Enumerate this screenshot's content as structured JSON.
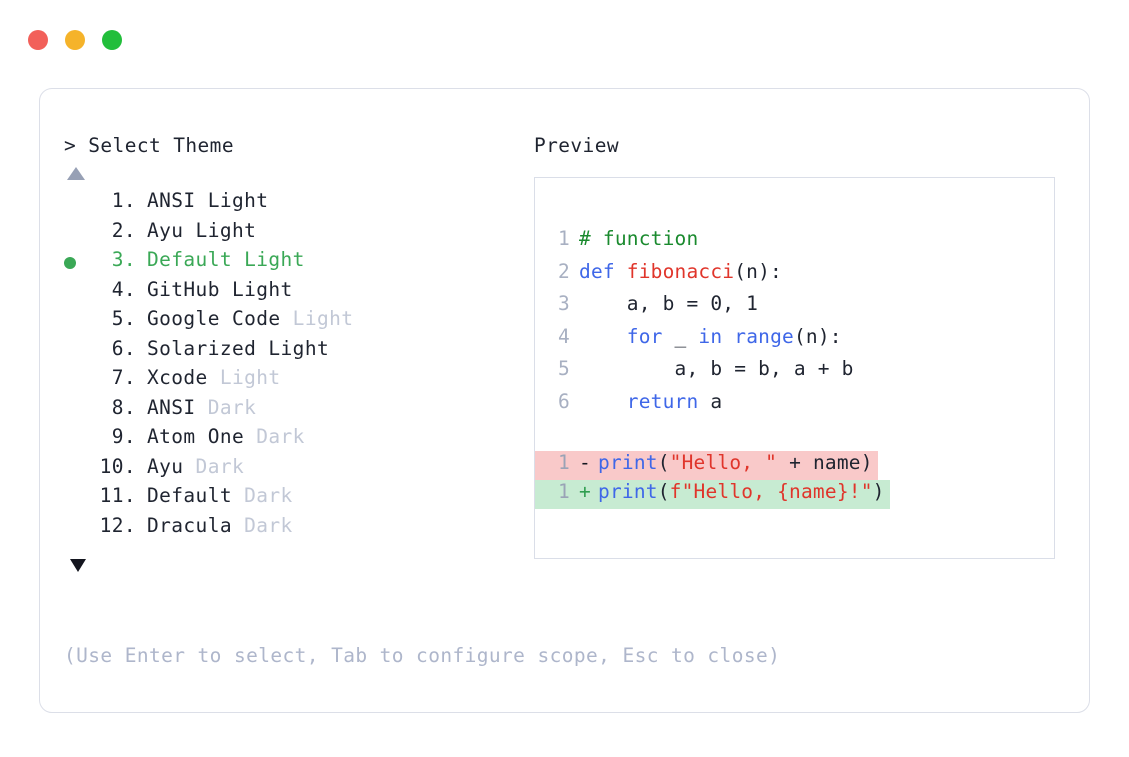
{
  "window": {
    "traffic_lights": [
      {
        "name": "close-button",
        "color": "#F2605A"
      },
      {
        "name": "minimize-button",
        "color": "#F5B32A"
      },
      {
        "name": "maximize-button",
        "color": "#22BE3B"
      }
    ]
  },
  "picker": {
    "prompt": "> Select Theme",
    "scroll_up_icon": "triangle-up",
    "scroll_down_icon": "triangle-down",
    "selected_index": 3,
    "selected_color": "#3aa856",
    "dim_color": "#c2c8d6",
    "items": [
      {
        "index": "1.",
        "name": "ANSI",
        "variant": "Light",
        "variant_dim": false,
        "selected": false
      },
      {
        "index": "2.",
        "name": "Ayu",
        "variant": "Light",
        "variant_dim": false,
        "selected": false
      },
      {
        "index": "3.",
        "name": "Default",
        "variant": "Light",
        "variant_dim": false,
        "selected": true
      },
      {
        "index": "4.",
        "name": "GitHub",
        "variant": "Light",
        "variant_dim": false,
        "selected": false
      },
      {
        "index": "5.",
        "name": "Google Code",
        "variant": "Light",
        "variant_dim": true,
        "selected": false
      },
      {
        "index": "6.",
        "name": "Solarized",
        "variant": "Light",
        "variant_dim": false,
        "selected": false
      },
      {
        "index": "7.",
        "name": "Xcode",
        "variant": "Light",
        "variant_dim": true,
        "selected": false
      },
      {
        "index": "8.",
        "name": "ANSI",
        "variant": "Dark",
        "variant_dim": true,
        "selected": false
      },
      {
        "index": "9.",
        "name": "Atom One",
        "variant": "Dark",
        "variant_dim": true,
        "selected": false
      },
      {
        "index": "10.",
        "name": "Ayu",
        "variant": "Dark",
        "variant_dim": true,
        "selected": false
      },
      {
        "index": "11.",
        "name": "Default",
        "variant": "Dark",
        "variant_dim": true,
        "selected": false
      },
      {
        "index": "12.",
        "name": "Dracula",
        "variant": "Dark",
        "variant_dim": true,
        "selected": false
      }
    ],
    "hint": "(Use Enter to select, Tab to configure scope, Esc to close)"
  },
  "preview": {
    "title": "Preview",
    "code_lines": [
      {
        "no": "1",
        "tokens": [
          {
            "t": "# function",
            "c": "comment"
          }
        ]
      },
      {
        "no": "2",
        "tokens": [
          {
            "t": "def ",
            "c": "keyword"
          },
          {
            "t": "fibonacci",
            "c": "func"
          },
          {
            "t": "(n):",
            "c": "plain"
          }
        ]
      },
      {
        "no": "3",
        "tokens": [
          {
            "t": "    a, b = 0, 1",
            "c": "plain"
          }
        ]
      },
      {
        "no": "4",
        "tokens": [
          {
            "t": "    ",
            "c": "plain"
          },
          {
            "t": "for",
            "c": "keyword"
          },
          {
            "t": " _ ",
            "c": "plain"
          },
          {
            "t": "in",
            "c": "keyword"
          },
          {
            "t": " ",
            "c": "plain"
          },
          {
            "t": "range",
            "c": "builtin"
          },
          {
            "t": "(n):",
            "c": "plain"
          }
        ]
      },
      {
        "no": "5",
        "tokens": [
          {
            "t": "        a, b = b, a + b",
            "c": "plain"
          }
        ]
      },
      {
        "no": "6",
        "tokens": [
          {
            "t": "    ",
            "c": "plain"
          },
          {
            "t": "return",
            "c": "keyword"
          },
          {
            "t": " a",
            "c": "plain"
          }
        ]
      }
    ],
    "diff_lines": [
      {
        "no": "1",
        "marker": "-",
        "kind": "del",
        "tokens": [
          {
            "t": "print",
            "c": "builtin"
          },
          {
            "t": "(",
            "c": "plain"
          },
          {
            "t": "\"Hello, \"",
            "c": "string"
          },
          {
            "t": " + name)",
            "c": "plain"
          }
        ]
      },
      {
        "no": "1",
        "marker": "+",
        "kind": "add",
        "tokens": [
          {
            "t": "print",
            "c": "builtin"
          },
          {
            "t": "(",
            "c": "plain"
          },
          {
            "t": "f\"Hello, {name}!\"",
            "c": "string"
          },
          {
            "t": ")",
            "c": "plain"
          }
        ]
      }
    ],
    "colors": {
      "comment": "#1a8a2e",
      "keyword": "#3f67e8",
      "function": "#e0352b",
      "builtin": "#3f67e8",
      "string": "#e0352b",
      "plain": "#1f2430",
      "lineno": "#a8b0c2",
      "diff_del_bg": "#f9c9c9",
      "diff_add_bg": "#c7ebd2"
    }
  }
}
